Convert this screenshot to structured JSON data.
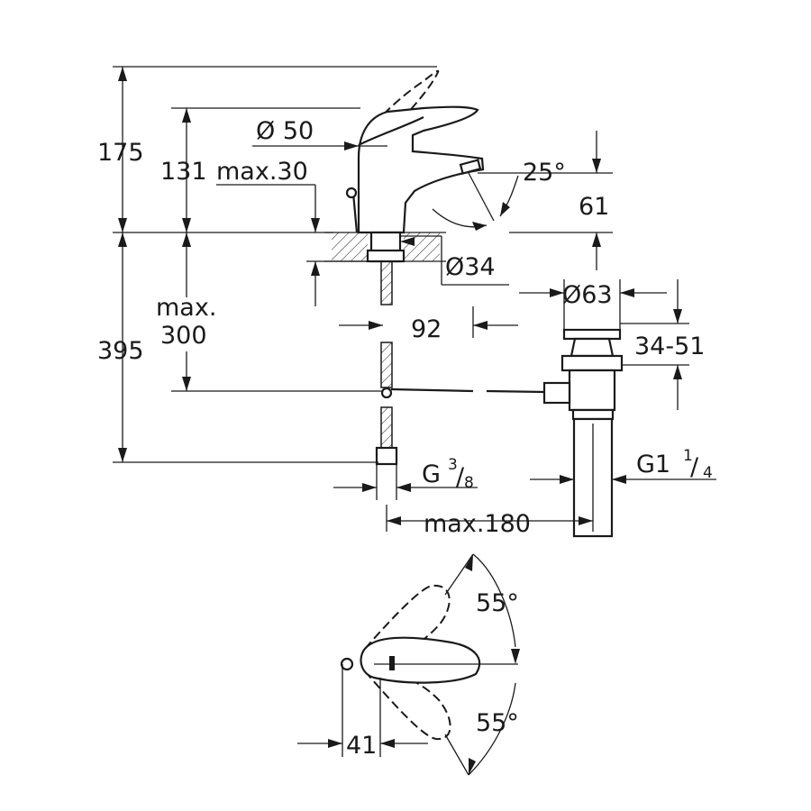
{
  "dimensions": {
    "overall_height_top": "175",
    "spout_height": "131",
    "max_deck_thickness": "max.30",
    "handle_diameter": "Ø 50",
    "spout_angle": "25°",
    "spout_outlet_height": "61",
    "hole_diameter": "Ø34",
    "spout_projection": "92",
    "max_below_deck_line1": "max.",
    "max_below_deck_line2": "300",
    "total_below_deck": "395",
    "waste_diameter": "Ø63",
    "waste_range": "34-51",
    "hose_thread_main": "G",
    "hose_thread_num": "3",
    "hose_thread_den": "8",
    "waste_thread_main": "G1",
    "waste_thread_num": "1",
    "waste_thread_den": "4",
    "max_pullrod_distance": "max.180",
    "handle_rotation_upper": "55°",
    "handle_rotation_lower": "55°",
    "handle_offset": "41"
  }
}
